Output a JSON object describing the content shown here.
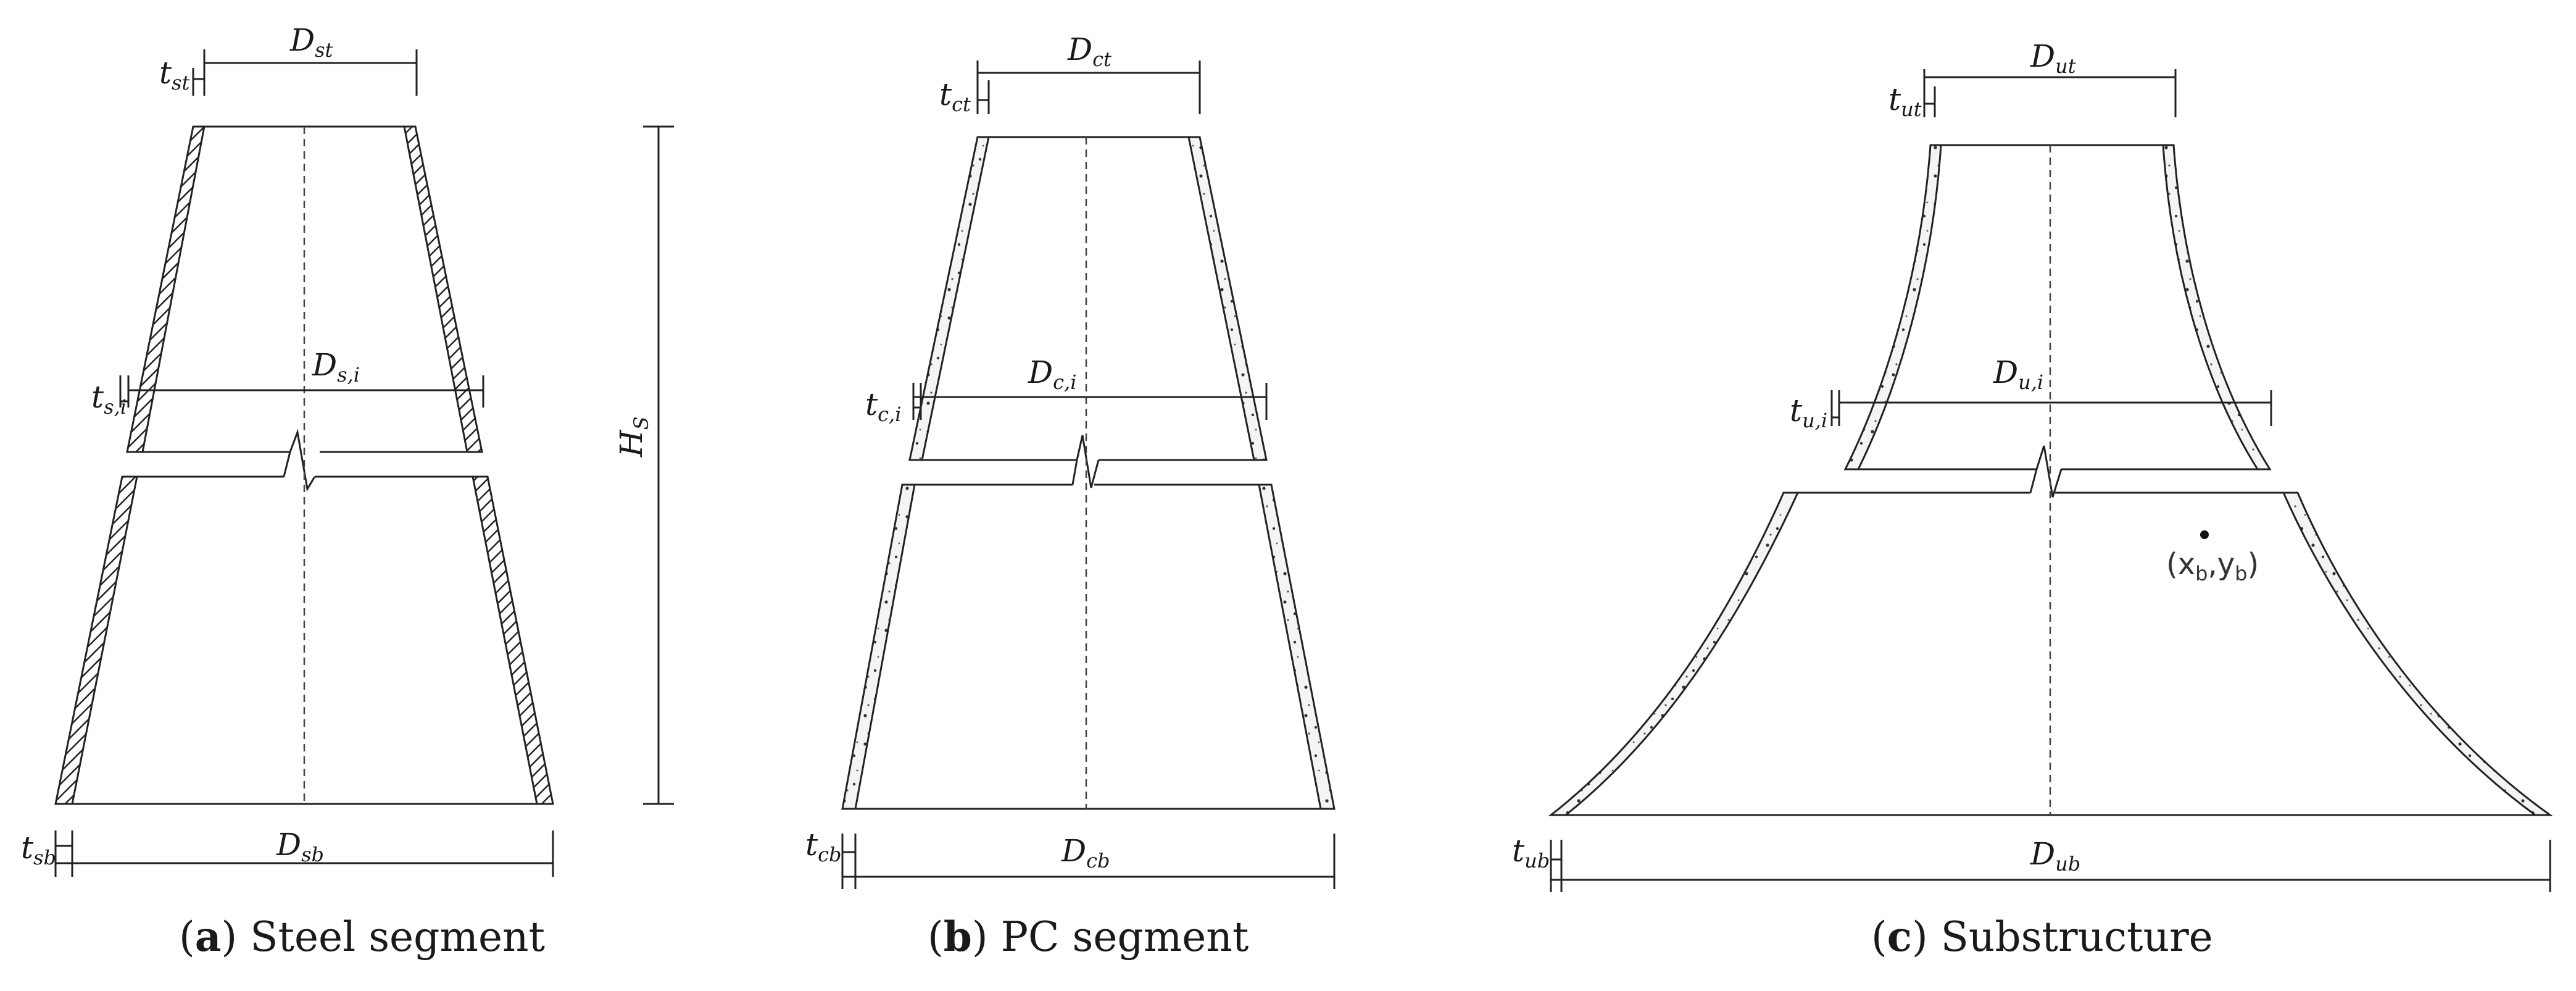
{
  "panels": [
    {
      "letter": "a",
      "caption": "Steel segment",
      "labels": {
        "top_diameter": {
          "main": "D",
          "sub": "st"
        },
        "top_thickness": {
          "main": "t",
          "sub": "st"
        },
        "mid_diameter": {
          "main": "D",
          "sub": "s,i"
        },
        "mid_thickness": {
          "main": "t",
          "sub": "s,i"
        },
        "bottom_diameter": {
          "main": "D",
          "sub": "sb"
        },
        "bottom_thickness": {
          "main": "t",
          "sub": "sb"
        },
        "height": {
          "main": "H",
          "sub": "S"
        }
      }
    },
    {
      "letter": "b",
      "caption": "PC segment",
      "labels": {
        "top_diameter": {
          "main": "D",
          "sub": "ct"
        },
        "top_thickness": {
          "main": "t",
          "sub": "ct"
        },
        "mid_diameter": {
          "main": "D",
          "sub": "c,i"
        },
        "mid_thickness": {
          "main": "t",
          "sub": "c,i"
        },
        "bottom_diameter": {
          "main": "D",
          "sub": "cb"
        },
        "bottom_thickness": {
          "main": "t",
          "sub": "cb"
        }
      }
    },
    {
      "letter": "c",
      "caption": "Substructure",
      "labels": {
        "top_diameter": {
          "main": "D",
          "sub": "ut"
        },
        "top_thickness": {
          "main": "t",
          "sub": "ut"
        },
        "mid_diameter": {
          "main": "D",
          "sub": "u,i"
        },
        "mid_thickness": {
          "main": "t",
          "sub": "u,i"
        },
        "bottom_diameter": {
          "main": "D",
          "sub": "ub"
        },
        "bottom_thickness": {
          "main": "t",
          "sub": "ub"
        }
      },
      "point": {
        "open": "(x",
        "xsub": "b",
        "comma": ",y",
        "ysub": "b",
        "close": ")"
      }
    }
  ]
}
